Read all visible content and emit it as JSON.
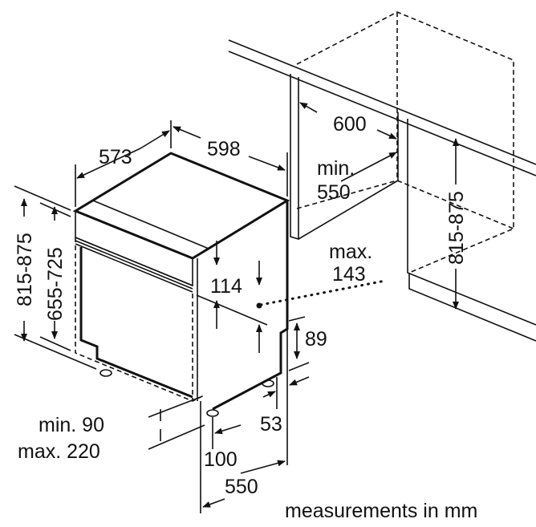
{
  "dims": {
    "depth": "573",
    "width": "598",
    "niche_width": "600",
    "niche_depth_min_label": "min.",
    "niche_depth_min_value": "550",
    "vent_max_label": "max.",
    "vent_max_value": "143",
    "panel_height": "114",
    "plinth_height": "89",
    "foot_offset": "53",
    "plinth_min": "min. 90",
    "plinth_max": "max. 220",
    "foot_depth": "100",
    "total_depth": "550",
    "height_total": "815-875",
    "height_door": "655-725",
    "niche_height": "815-875"
  },
  "footer": {
    "units_note": "measurements in mm"
  }
}
